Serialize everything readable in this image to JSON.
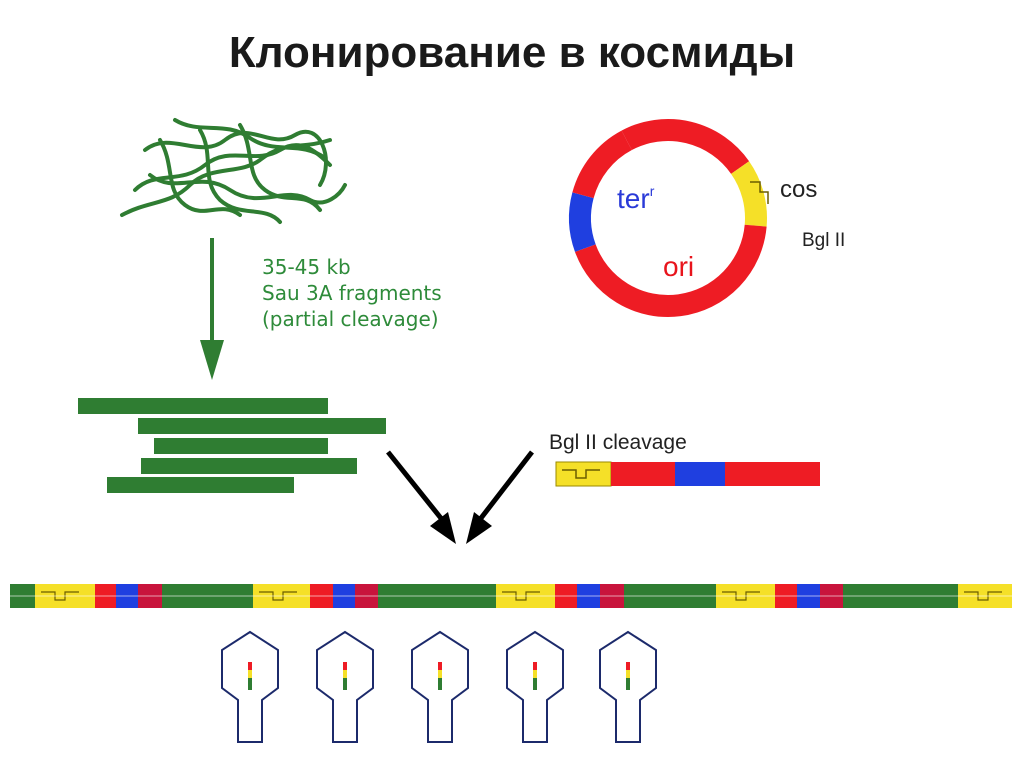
{
  "title": "Клонирование в космиды",
  "fragment_note": {
    "line1": "35-45 kb",
    "line2": "Sau 3A fragments",
    "line3": "(partial cleavage)"
  },
  "plasmid": {
    "ter_label": "ter",
    "ter_superscript": "r",
    "ori_label": "ori",
    "cos_label": "cos",
    "bgl_label": "Bgl II"
  },
  "cleavage_label": "Bgl II cleavage",
  "colors": {
    "green": "#2f7d32",
    "red": "#ee1c24",
    "blue": "#1f3fe0",
    "yellow": "#f5e028",
    "crimson": "#c8143c",
    "phage_outline": "#1c2a6b"
  },
  "phage_count": 5
}
